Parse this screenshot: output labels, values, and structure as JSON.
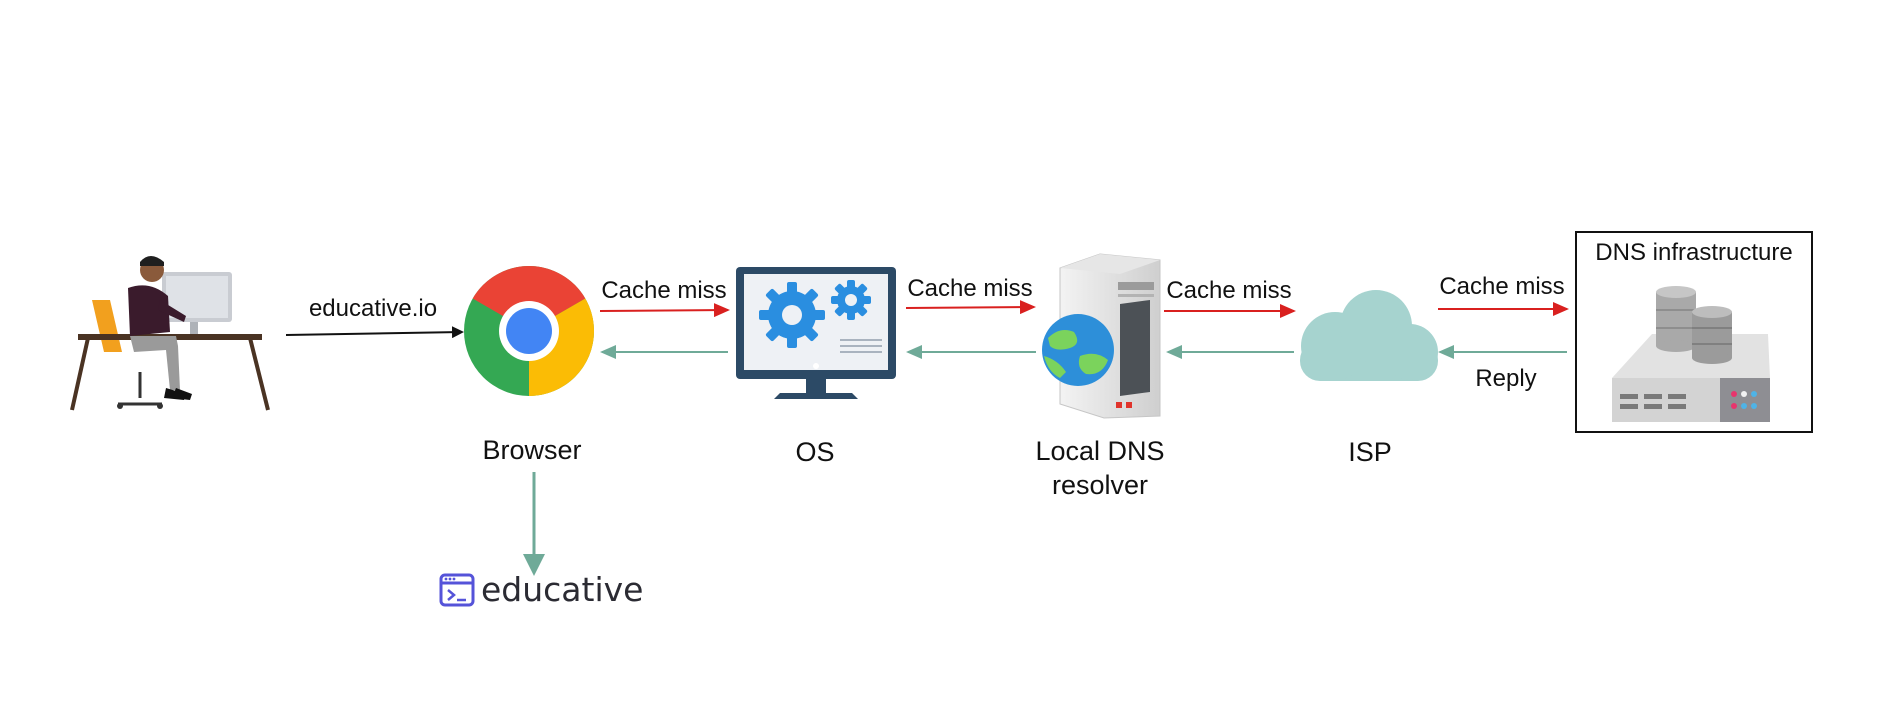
{
  "nodes": {
    "user": {
      "icon": "user-at-computer-icon"
    },
    "browser": {
      "label": "Browser",
      "icon": "chrome-icon"
    },
    "os": {
      "label": "OS",
      "icon": "monitor-gears-icon"
    },
    "resolver": {
      "label_line1": "Local DNS",
      "label_line2": "resolver",
      "icon": "server-globe-icon"
    },
    "isp": {
      "label": "ISP",
      "icon": "cloud-icon"
    },
    "dns_infra": {
      "label": "DNS infrastructure",
      "icon": "database-server-icon"
    }
  },
  "edges": {
    "request": "educative.io",
    "cache_miss_1": "Cache miss",
    "cache_miss_2": "Cache miss",
    "cache_miss_3": "Cache miss",
    "cache_miss_4": "Cache miss",
    "reply": "Reply"
  },
  "brand": {
    "text": "educative",
    "icon": "educative-logo-icon"
  },
  "colors": {
    "request_arrow": "#111111",
    "miss_arrow": "#d9201f",
    "reply_arrow": "#6faa98"
  }
}
